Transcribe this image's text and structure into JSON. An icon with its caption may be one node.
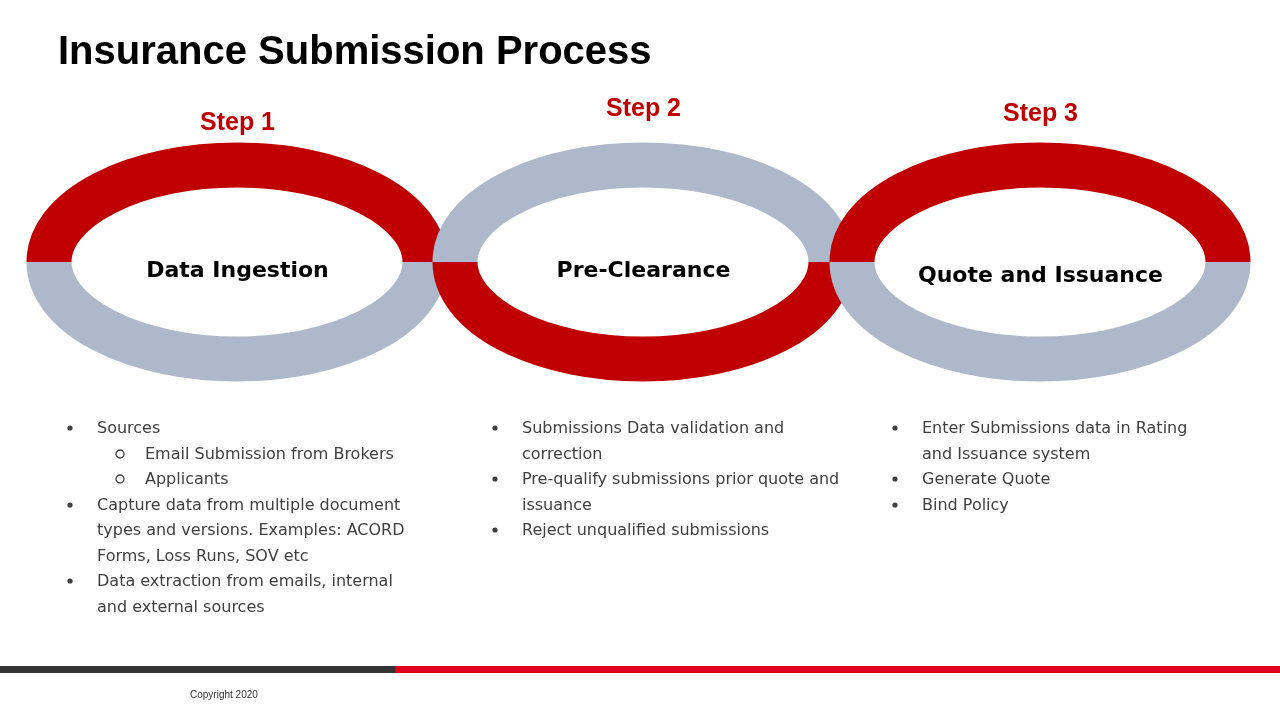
{
  "diagram": {
    "title": "Insurance Submission Process",
    "nodes": [
      {
        "text": [
          "Step 1",
          "Data Ingestion"
        ],
        "beside": [
          "Sources",
          "Email Submission from Brokers",
          "Applicants",
          "Capture data from multiple document types and versions. Examples: ACORD Forms, Loss Runs, SOV etc",
          "Data extraction from emails, internal and external sources"
        ]
      },
      {
        "text": [
          "Step 2",
          "Pre-Clearance"
        ],
        "beside": [
          "Submissions Data validation and correction",
          "Pre-qualify submissions prior quote and issuance",
          "Reject unqualified submissions"
        ]
      },
      {
        "text": [
          "Step 3",
          "Quote and Issuance"
        ],
        "beside": [
          "Enter Submissions data in Rating and Issuance system",
          "Generate Quote",
          "Bind Policy"
        ]
      }
    ],
    "labels": [
      "Copyright 2020"
    ]
  }
}
